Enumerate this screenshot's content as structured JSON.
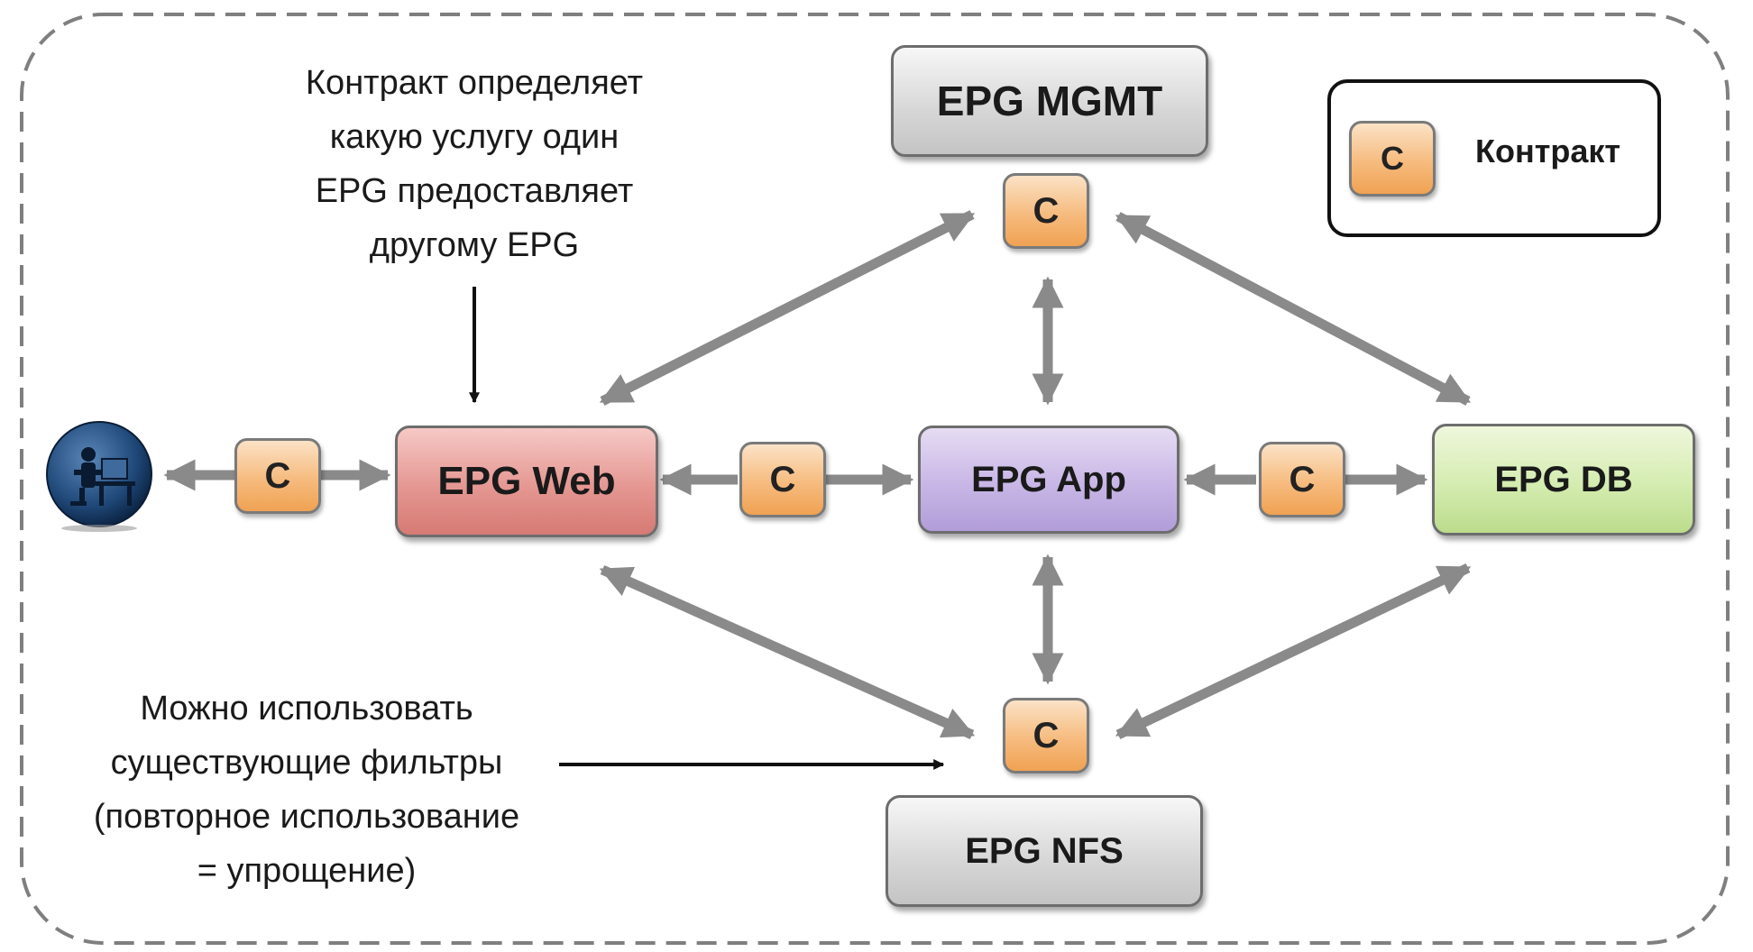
{
  "contract_symbol": "C",
  "epgs": {
    "mgmt": "EPG MGMT",
    "web": "EPG Web",
    "app": "EPG App",
    "db": "EPG DB",
    "nfs": "EPG NFS"
  },
  "legend": {
    "symbol": "C",
    "label": "Контракт"
  },
  "notes": {
    "contract": "Контракт определяет\nкакую услугу один\nEPG предоставляет\nдругому EPG",
    "filters": "Можно использовать\nсуществующие фильтры\n(повторное использование\n= упрощение)"
  },
  "colors": {
    "web": "#e59792",
    "app": "#c8b6e6",
    "db": "#d4ecb0",
    "neutral": "#d6d6d6",
    "contract": "#f6bb7e",
    "arrow": "#8a8a8a"
  },
  "icons": {
    "client": "workstation-user-icon"
  }
}
